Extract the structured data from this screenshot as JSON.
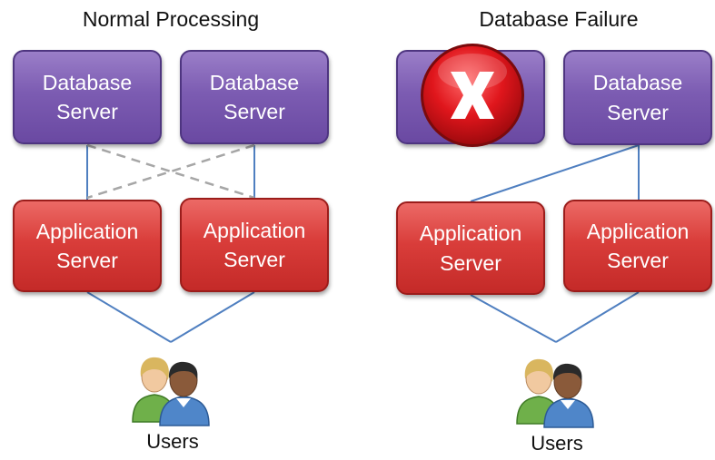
{
  "left": {
    "title": "Normal Processing",
    "db_servers": [
      "Database\nServer",
      "Database\nServer"
    ],
    "app_servers": [
      "Application\nServer",
      "Application\nServer"
    ],
    "users_label": "Users"
  },
  "right": {
    "title": "Database Failure",
    "db_servers": [
      "",
      "Database\nServer"
    ],
    "app_servers": [
      "Application\nServer",
      "Application\nServer"
    ],
    "users_label": "Users"
  },
  "icons": {
    "failure": "x-circle-icon",
    "users": "users-icon"
  },
  "colors": {
    "database": "#7c5cb2",
    "application": "#d93d3a",
    "connection": "#4f7fc0",
    "standby_connection": "#a6a6a6",
    "failure": "#d8141b"
  }
}
